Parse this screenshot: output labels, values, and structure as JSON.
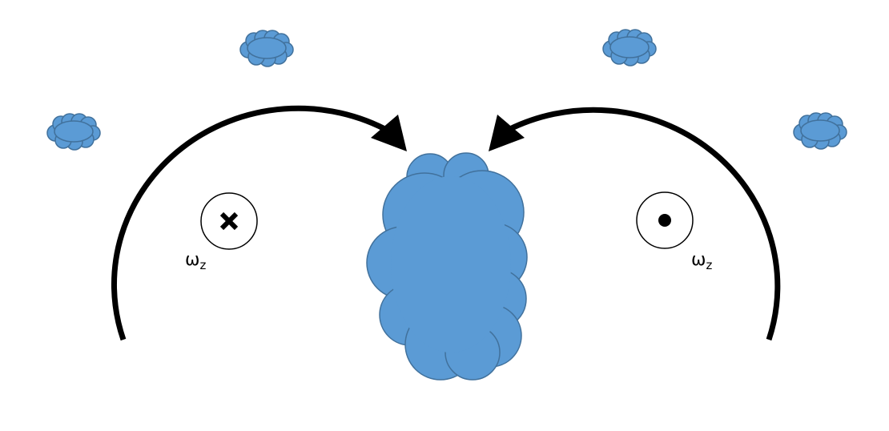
{
  "colors": {
    "cloud_fill": "#5b9bd5",
    "cloud_stroke": "#41719c",
    "arc_stroke": "#000000",
    "background": "#ffffff"
  },
  "left_vortex": {
    "symbol": "cross",
    "symbol_icon": "cross-into-page-icon",
    "label_main": "ω",
    "label_sub": "z"
  },
  "right_vortex": {
    "symbol": "dot",
    "symbol_icon": "dot-out-of-page-icon",
    "label_main": "ω",
    "label_sub": "z"
  }
}
